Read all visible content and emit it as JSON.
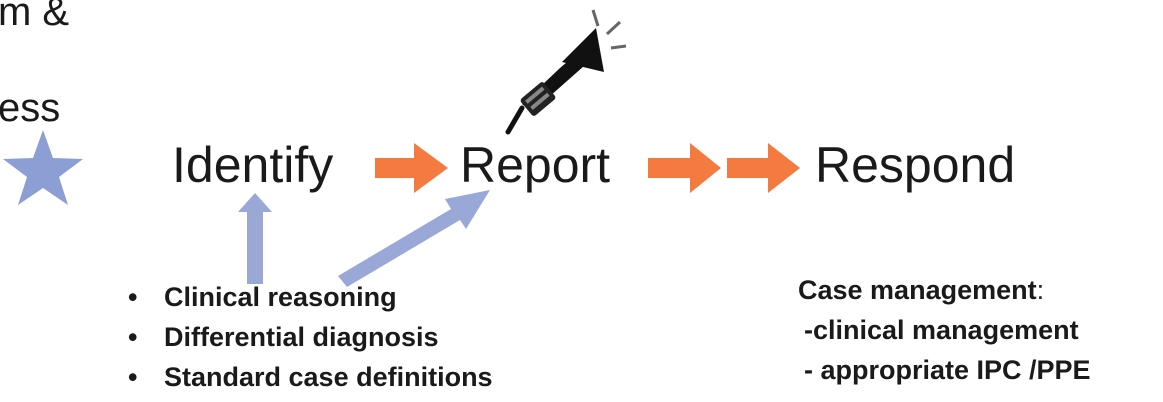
{
  "fragments": {
    "top": "m &",
    "middle": "ess"
  },
  "flow": {
    "identify": "Identify",
    "report": "Report",
    "respond": "Respond"
  },
  "bullets": [
    "Clinical reasoning",
    "Differential diagnosis",
    "Standard case definitions"
  ],
  "bullet_glyph": "•",
  "case_management": {
    "title": "Case management",
    "title_suffix": ":",
    "lines": [
      "-clinical management",
      "- appropriate IPC /PPE"
    ]
  },
  "colors": {
    "flow_arrow": "#f47a3f",
    "up_arrow": "#9aa8d8",
    "star": "#8b9fd4"
  },
  "icons": {
    "star": "star-icon",
    "trumpet": "trumpet-icon"
  }
}
